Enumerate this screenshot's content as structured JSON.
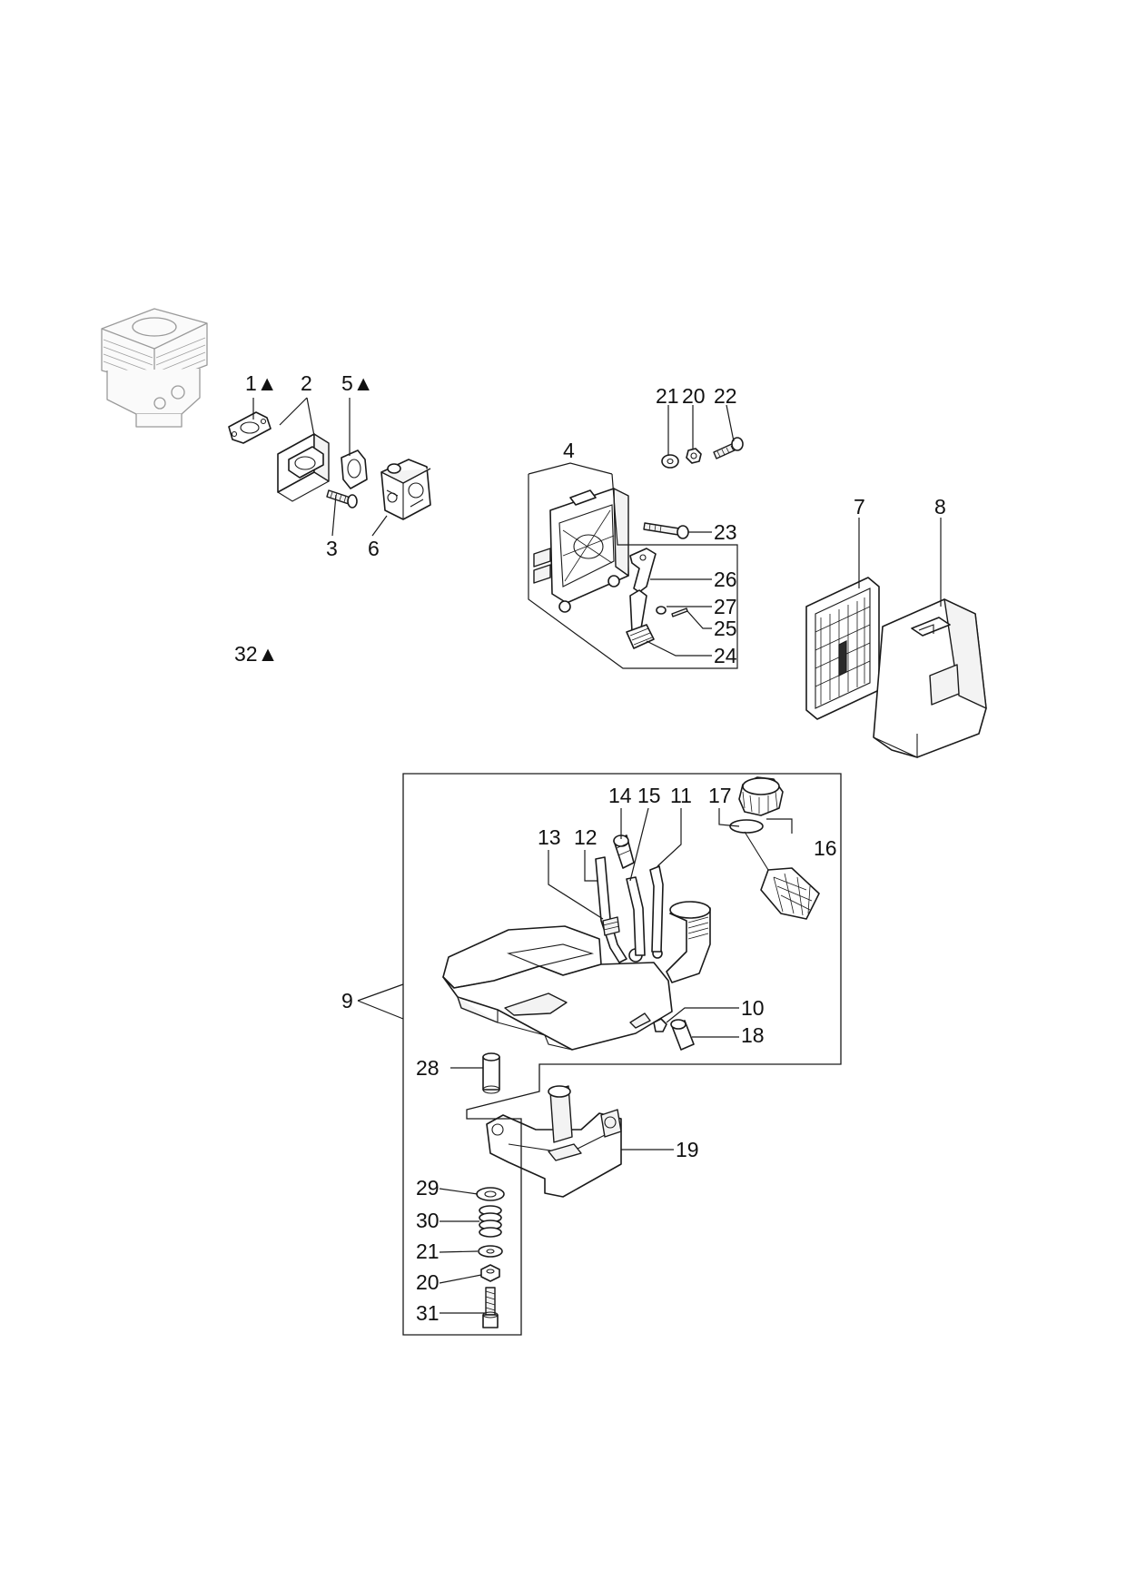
{
  "callouts": {
    "c1": "1▲",
    "c2": "2",
    "c3": "3",
    "c4": "4",
    "c5": "5▲",
    "c6": "6",
    "c7": "7",
    "c8": "8",
    "c9": "9",
    "c10": "10",
    "c11": "11",
    "c12": "12",
    "c13": "13",
    "c14": "14",
    "c15": "15",
    "c16": "16",
    "c17": "17",
    "c18": "18",
    "c19": "19",
    "c20a": "20",
    "c20b": "20",
    "c21a": "21",
    "c21b": "21",
    "c22": "22",
    "c23": "23",
    "c24": "24",
    "c25": "25",
    "c26": "26",
    "c27": "27",
    "c28": "28",
    "c29": "29",
    "c30": "30",
    "c31": "31",
    "c32": "32▲"
  }
}
